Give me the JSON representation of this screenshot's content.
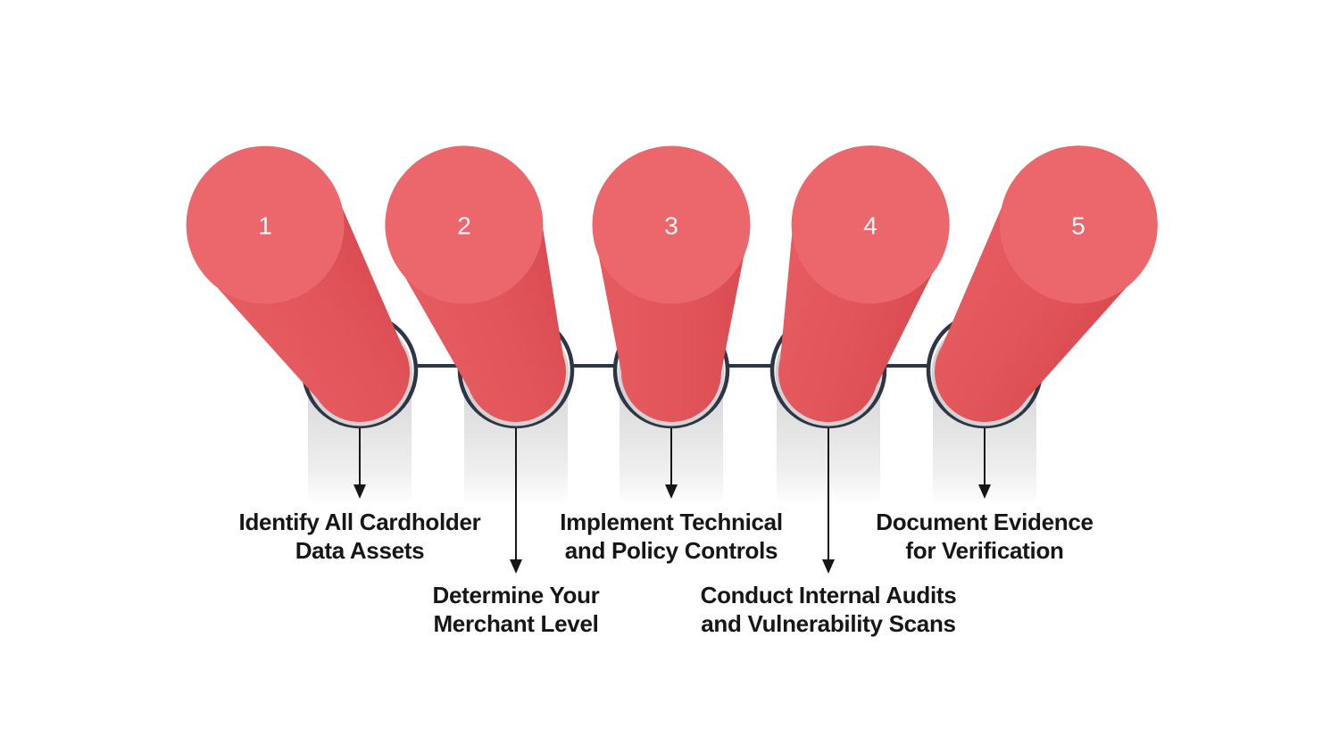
{
  "diagram": {
    "description": "Five-step numbered pin infographic",
    "steps": [
      {
        "number": "1",
        "label_line1": "Identify All Cardholder",
        "label_line2": "Data Assets"
      },
      {
        "number": "2",
        "label_line1": "Determine Your",
        "label_line2": "Merchant Level"
      },
      {
        "number": "3",
        "label_line1": "Implement Technical",
        "label_line2": "and Policy Controls"
      },
      {
        "number": "4",
        "label_line1": "Conduct Internal Audits",
        "label_line2": "and Vulnerability Scans"
      },
      {
        "number": "5",
        "label_line1": "Document Evidence",
        "label_line2": "for Verification"
      }
    ],
    "colors": {
      "pin_face": "#ec676b",
      "pin_body_light": "#e65c60",
      "pin_body_dark": "#d94b50",
      "socket_ring": "#2c3647",
      "socket_shadow": "#d3d3d3",
      "drop_band": "#d4d4d4",
      "arrow": "#161616",
      "label_text": "#161616",
      "number_text": "#fcf6f6",
      "background": "#ffffff"
    }
  }
}
